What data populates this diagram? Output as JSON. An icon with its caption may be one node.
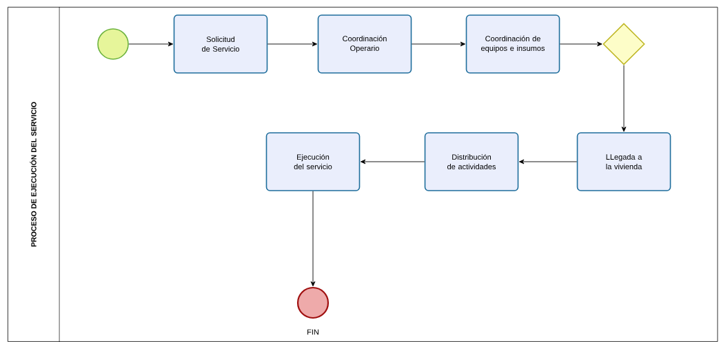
{
  "diagram": {
    "nodes": [
      {
        "text": [
          "PROCESO DE EJECUCIÓN DEL SERVICIO"
        ]
      },
      {
        "text": [],
        "shape": "circle",
        "in": 0
      },
      {
        "text": [
          "Solicitud de Servicio"
        ],
        "in": 0
      },
      {
        "text": [
          "Coordinación Operario"
        ],
        "in": 0
      },
      {
        "text": [
          "Coordinación de equipos e insumos"
        ],
        "in": 0
      },
      {
        "text": [],
        "shape": "diamond",
        "in": 0
      },
      {
        "text": [
          "LLegada a la vivienda"
        ],
        "in": 0
      },
      {
        "text": [
          "Distribución de actividades"
        ],
        "in": 0
      },
      {
        "text": [
          "Ejecución del servicio"
        ],
        "in": 0
      },
      {
        "text": [],
        "shape": "circle",
        "in": 0,
        "beside": [
          "FIN"
        ]
      }
    ],
    "edges": [
      {
        "from": 1,
        "to": 2,
        "arrow": "to"
      },
      {
        "from": 2,
        "to": 3,
        "arrow": "to"
      },
      {
        "from": 3,
        "to": 4,
        "arrow": "to"
      },
      {
        "from": 4,
        "to": 5,
        "arrow": "to"
      },
      {
        "from": 5,
        "to": 6,
        "arrow": "to"
      },
      {
        "from": 6,
        "to": 7,
        "arrow": "to"
      },
      {
        "from": 7,
        "to": 8,
        "arrow": "to"
      },
      {
        "from": 8,
        "to": 9,
        "arrow": "to"
      }
    ]
  }
}
